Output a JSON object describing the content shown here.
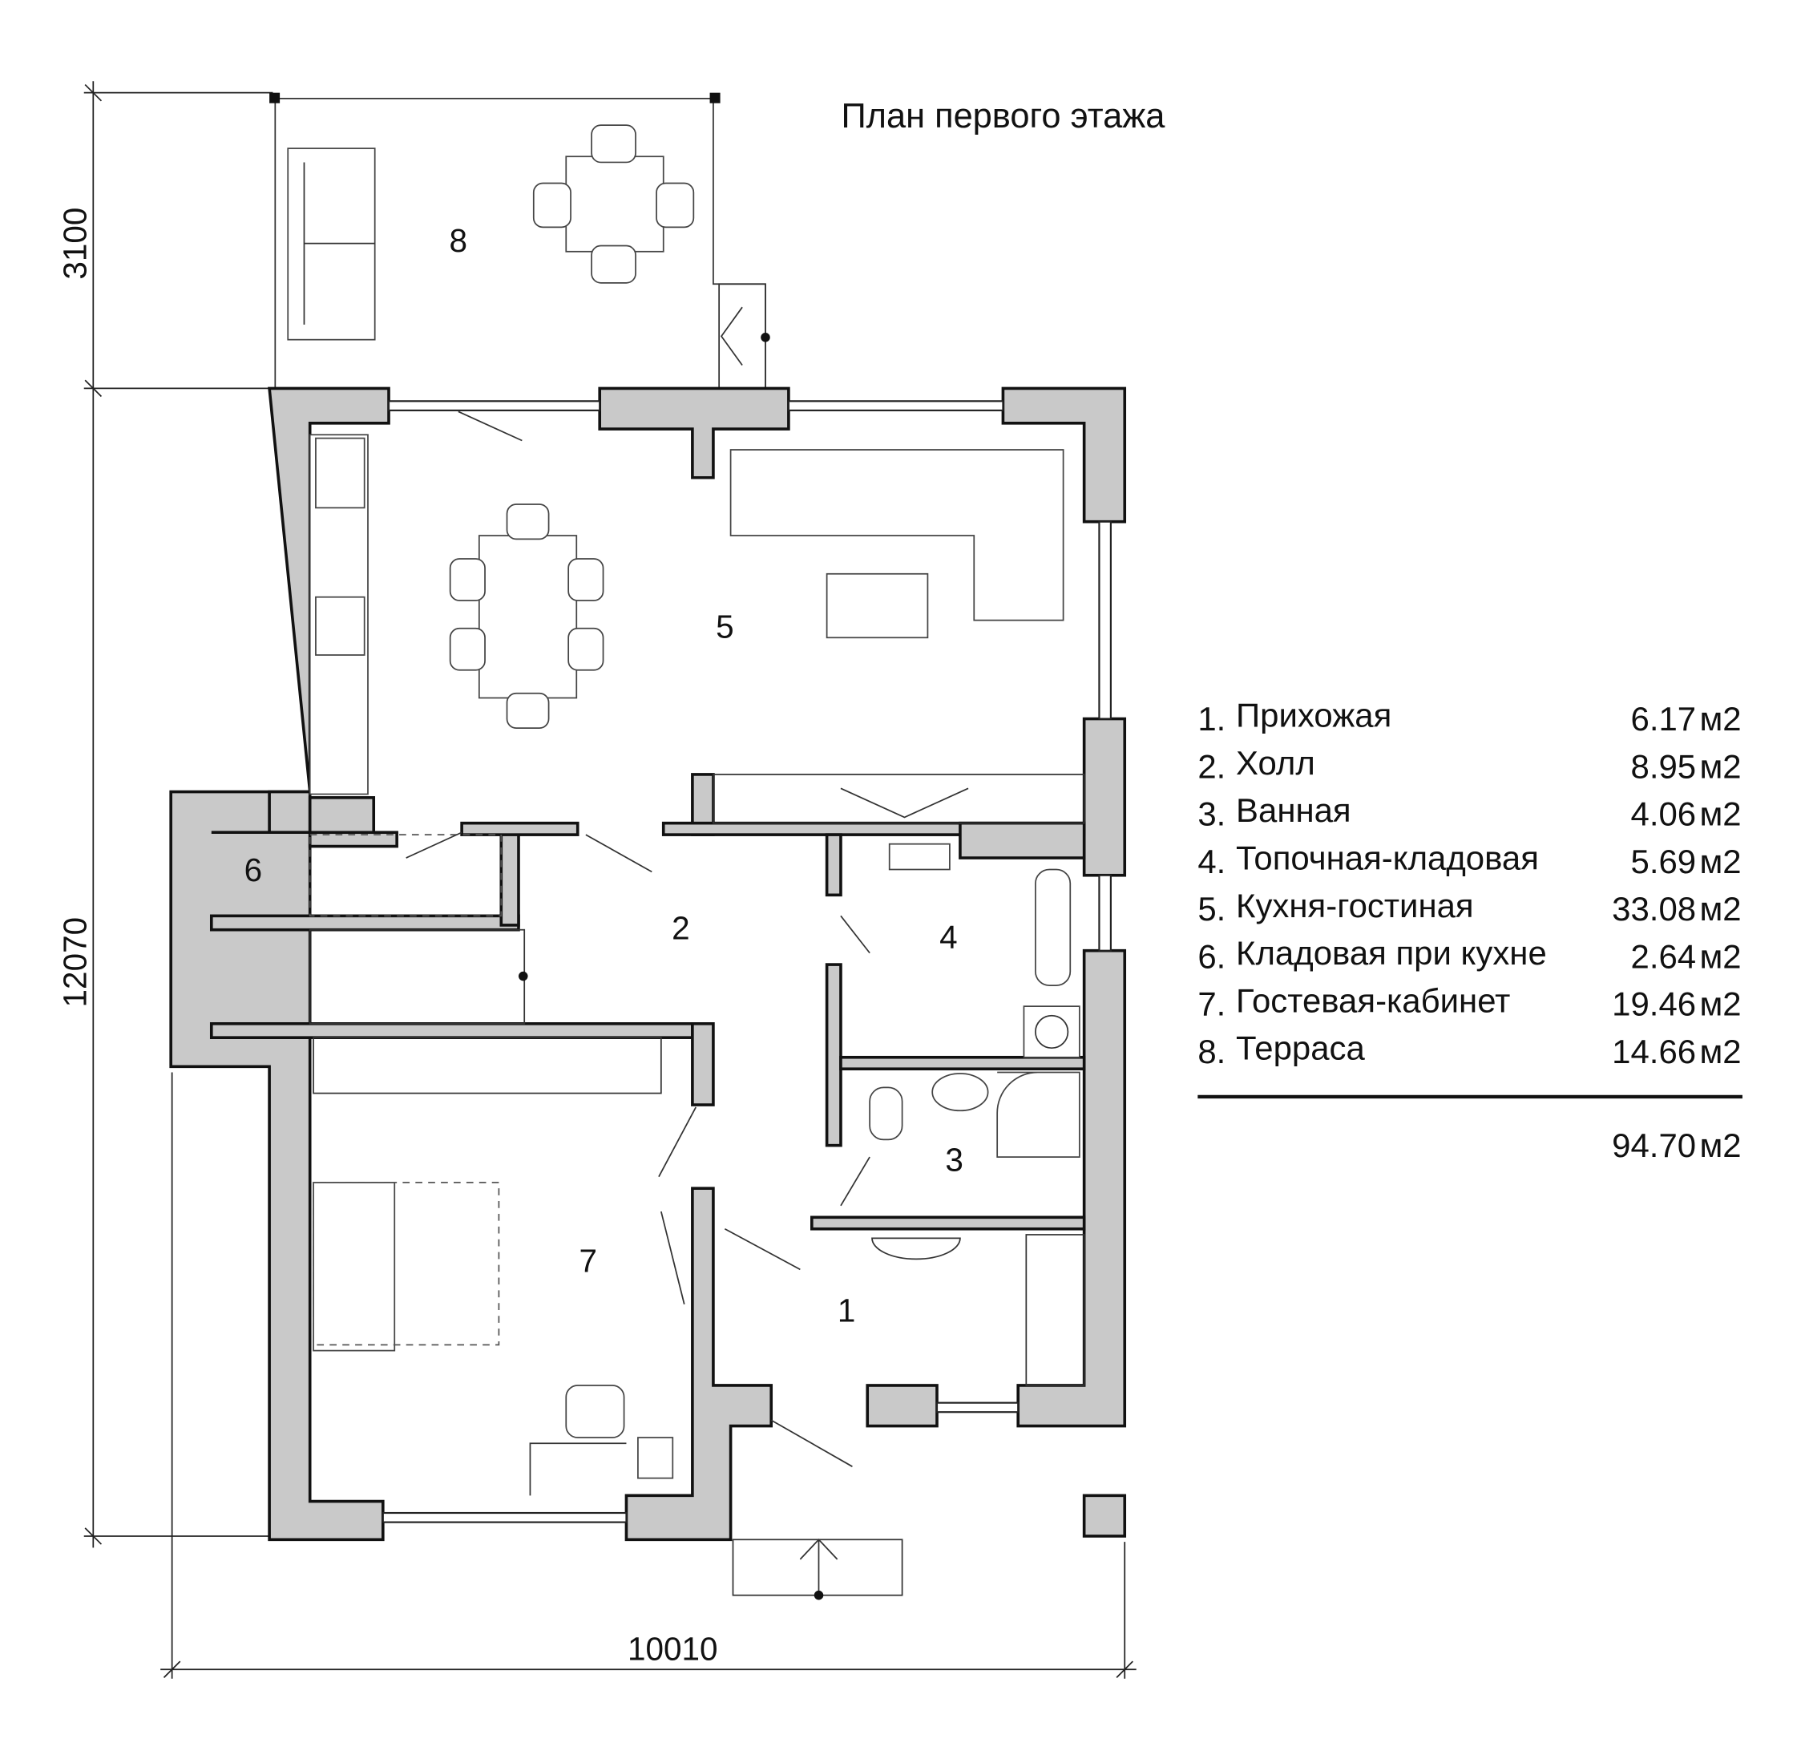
{
  "title": "План первого этажа",
  "dimensions": {
    "terrace_depth": "3100",
    "house_depth": "12070",
    "house_width": "10010"
  },
  "room_numbers": [
    "1",
    "2",
    "3",
    "4",
    "5",
    "6",
    "7",
    "8"
  ],
  "legend": {
    "rooms": [
      {
        "num": "1.",
        "name": "Прихожая",
        "area": "6.17",
        "unit": "м2"
      },
      {
        "num": "2.",
        "name": "Холл",
        "area": "8.95",
        "unit": "м2"
      },
      {
        "num": "3.",
        "name": "Ванная",
        "area": "4.06",
        "unit": "м2"
      },
      {
        "num": "4.",
        "name": "Топочная-кладовая",
        "area": "5.69",
        "unit": "м2"
      },
      {
        "num": "5.",
        "name": "Кухня-гостиная",
        "area": "33.08",
        "unit": "м2"
      },
      {
        "num": "6.",
        "name": "Кладовая при кухне",
        "area": "2.64",
        "unit": "м2"
      },
      {
        "num": "7.",
        "name": "Гостевая-кабинет",
        "area": "19.46",
        "unit": "м2"
      },
      {
        "num": "8.",
        "name": "Терраса",
        "area": "14.66",
        "unit": "м2"
      }
    ],
    "total": {
      "area": "94.70",
      "unit": "м2"
    }
  },
  "colors": {
    "wall": "#c9c9c9",
    "line": "#111111"
  }
}
